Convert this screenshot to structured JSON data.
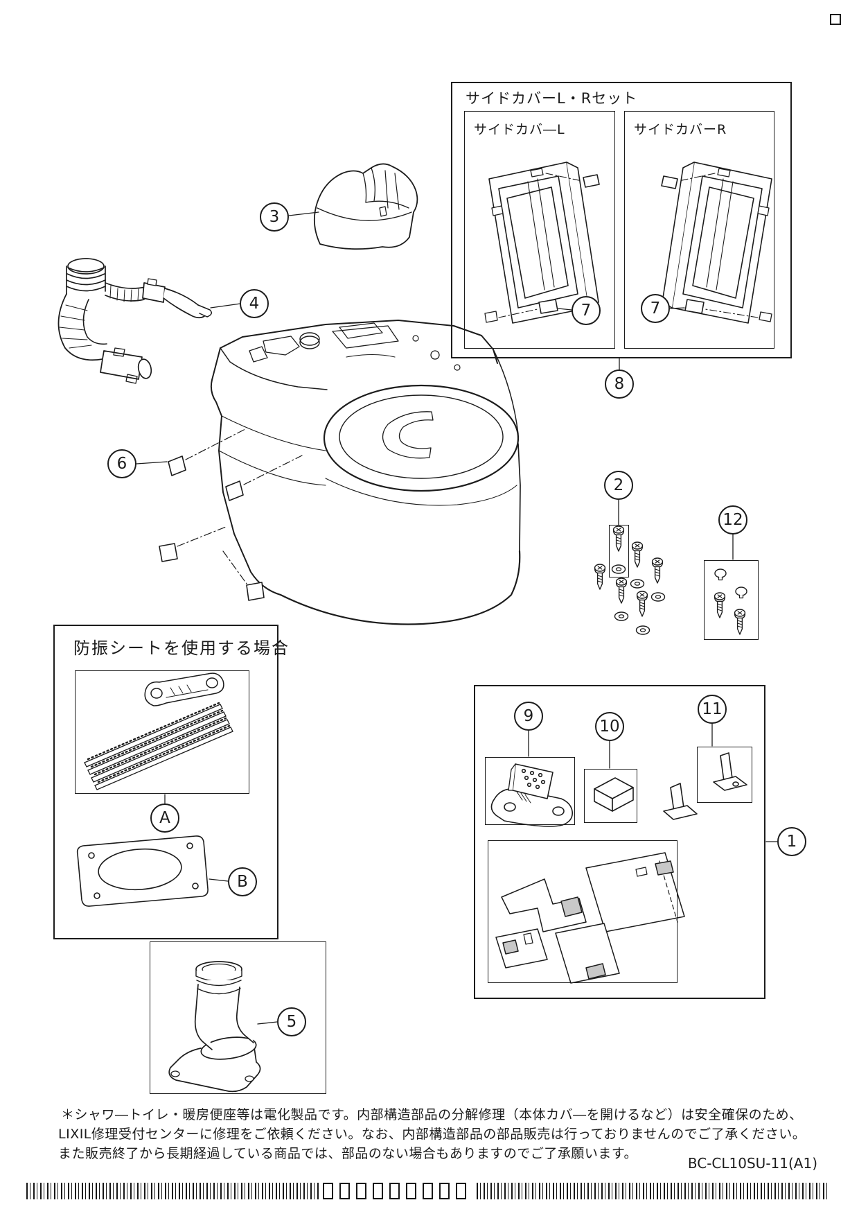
{
  "colors": {
    "ink": "#1c1c1c",
    "shade": "#c8c8c8",
    "paper": "#ffffff"
  },
  "side_cover_set": {
    "title": "サイドカバーL・Rセット",
    "left_label": "サイドカバ―L",
    "right_label": "サイドカバーR"
  },
  "vibration_section": {
    "title": "防振シートを使用する場合"
  },
  "callouts": {
    "n1": "1",
    "n2": "2",
    "n3": "3",
    "n4": "4",
    "n5": "5",
    "n6": "6",
    "n7_left": "7",
    "n7_right": "7",
    "n8": "8",
    "n9": "9",
    "n10": "10",
    "n11": "11",
    "n12": "12",
    "a": "A",
    "b": "B"
  },
  "footer": {
    "notes": [
      "＊シャワ―トイレ・暖房便座等は電化製品です。内部構造部品の分解修理（本体カバ―を開けるなど）は安全確保のため、",
      "LIXIL修理受付センターに修理をご依頼ください。なお、内部構造部品の部品販売は行っておりませんのでご了承ください。",
      "また販売終了から長期経過している商品では、部品のない場合もありますのでご了承願います。"
    ],
    "model_code": "BC-CL10SU-11(A1)"
  }
}
